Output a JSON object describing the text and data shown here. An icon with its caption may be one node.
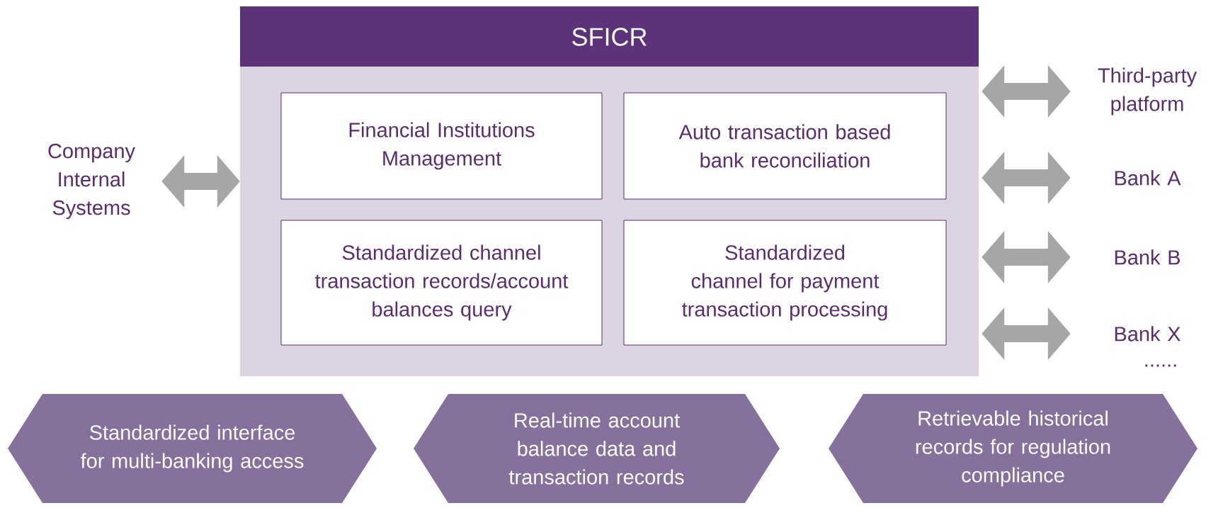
{
  "diagram": {
    "nodes": [
      {
        "text": [
          "SFICR"
        ]
      },
      {
        "text": [
          "Financial Institutions Management"
        ],
        "in": 0
      },
      {
        "text": [
          "Auto transaction based bank reconciliation"
        ],
        "in": 0
      },
      {
        "text": [
          "Standardized channel transaction records/account balances query"
        ],
        "in": 0
      },
      {
        "text": [
          "Standardized channel for payment transaction processing"
        ],
        "in": 0
      },
      {
        "text": [
          "Company Internal Systems"
        ]
      },
      {
        "text": [
          "Third-party platform"
        ]
      },
      {
        "text": [
          "Bank A"
        ]
      },
      {
        "text": [
          "Bank B"
        ]
      },
      {
        "text": [
          "Bank X"
        ]
      },
      {
        "text": [
          "Standardized interface for multi-banking access"
        ]
      },
      {
        "text": [
          "Real-time account balance data and transaction records"
        ]
      },
      {
        "text": [
          "Retrievable historical records for regulation compliance"
        ]
      }
    ],
    "edges": [
      {
        "from": 5,
        "to": 0,
        "arrow": "both"
      },
      {
        "from": 0,
        "to": 6,
        "arrow": "both"
      },
      {
        "from": 0,
        "to": 7,
        "arrow": "both"
      },
      {
        "from": 0,
        "to": 8,
        "arrow": "both"
      },
      {
        "from": 0,
        "to": 9,
        "arrow": "both"
      }
    ],
    "labels": [
      "......"
    ]
  }
}
